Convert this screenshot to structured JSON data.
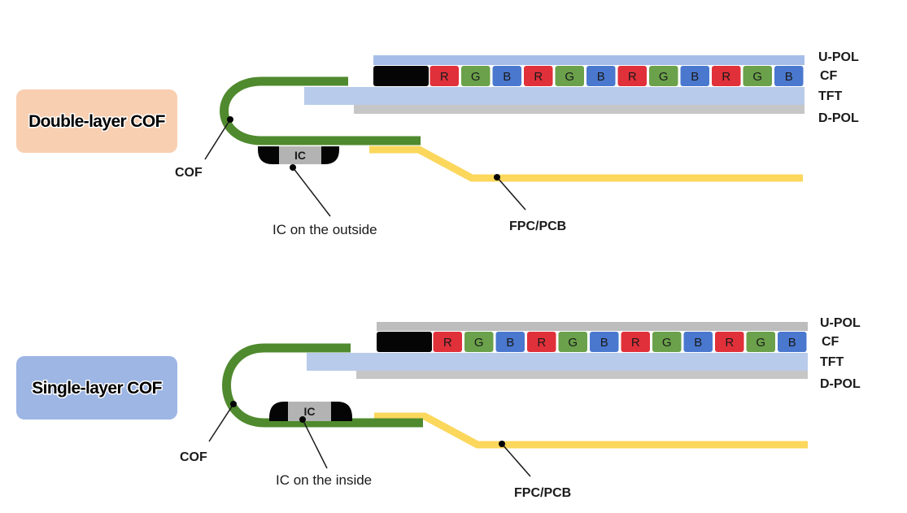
{
  "colors": {
    "cof": "#4f8a2e",
    "fpc": "#fbd75c",
    "u_pol_top": "#a5bde8",
    "u_pol_bottom": "#bdbdbd",
    "tft": "#b8cbea",
    "d_pol": "#c6c6c6",
    "red": "#e0303a",
    "green": "#6aa14a",
    "blue": "#4a78cf",
    "black_matrix": "#050505",
    "ic_body": "#b3b3b3",
    "badge_double": "#f8cfb1",
    "badge_single": "#9db6e4"
  },
  "sections": [
    {
      "id": "double",
      "badge": "Double-layer COF",
      "layer_labels": [
        "U-POL",
        "CF",
        "TFT",
        "D-POL"
      ],
      "cf_cells": [
        "R",
        "G",
        "B",
        "R",
        "G",
        "B",
        "R",
        "G",
        "B",
        "R",
        "G",
        "B"
      ],
      "ic_label": "IC",
      "cof_label": "COF",
      "ic_caption": "IC on the outside",
      "fpc_label": "FPC/PCB"
    },
    {
      "id": "single",
      "badge": "Single-layer COF",
      "layer_labels": [
        "U-POL",
        "CF",
        "TFT",
        "D-POL"
      ],
      "cf_cells": [
        "R",
        "G",
        "B",
        "R",
        "G",
        "B",
        "R",
        "G",
        "B",
        "R",
        "G",
        "B"
      ],
      "ic_label": "IC",
      "cof_label": "COF",
      "ic_caption": "IC on the inside",
      "fpc_label": "FPC/PCB"
    }
  ]
}
